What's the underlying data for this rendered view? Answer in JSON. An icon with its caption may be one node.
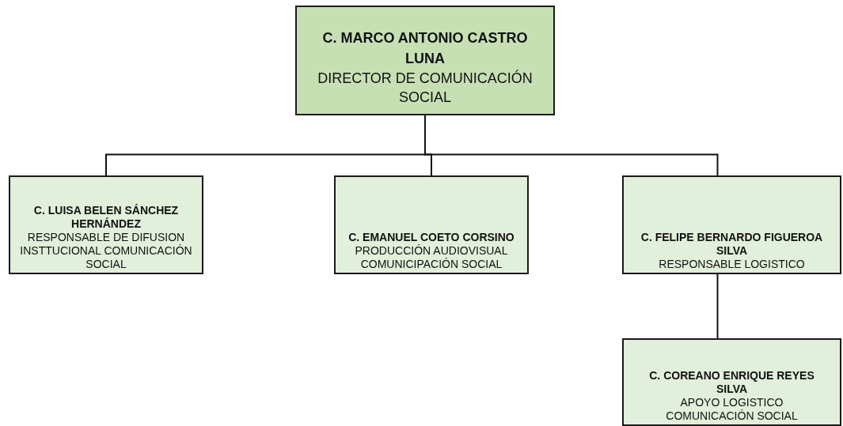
{
  "diagram": {
    "nodes": [
      {
        "text": [
          "C. MARCO ANTONIO CASTRO LUNA",
          "DIRECTOR DE COMUNICACIÓN SOCIAL"
        ]
      },
      {
        "text": [
          "C. LUISA BELEN SÁNCHEZ HERNÁNDEZ",
          "RESPONSABLE DE DIFUSION INSTTUCIONAL COMUNICACIÓN SOCIAL"
        ]
      },
      {
        "text": [
          "C. EMANUEL COETO CORSINO",
          "PRODUCCIÓN AUDIOVISUAL COMUNICIPACIÓN SOCIAL"
        ]
      },
      {
        "text": [
          "C. FELIPE BERNARDO FIGUEROA SILVA",
          "RESPONSABLE LOGISTICO"
        ]
      },
      {
        "text": [
          "C. COREANO ENRIQUE REYES SILVA",
          "APOYO LOGISTICO COMUNICACIÓN SOCIAL"
        ]
      }
    ],
    "edges": [
      {
        "from": 0,
        "to": 1,
        "arrow": "none"
      },
      {
        "from": 0,
        "to": 2,
        "arrow": "none"
      },
      {
        "from": 0,
        "to": 3,
        "arrow": "none"
      },
      {
        "from": 3,
        "to": 4,
        "arrow": "none"
      }
    ]
  }
}
